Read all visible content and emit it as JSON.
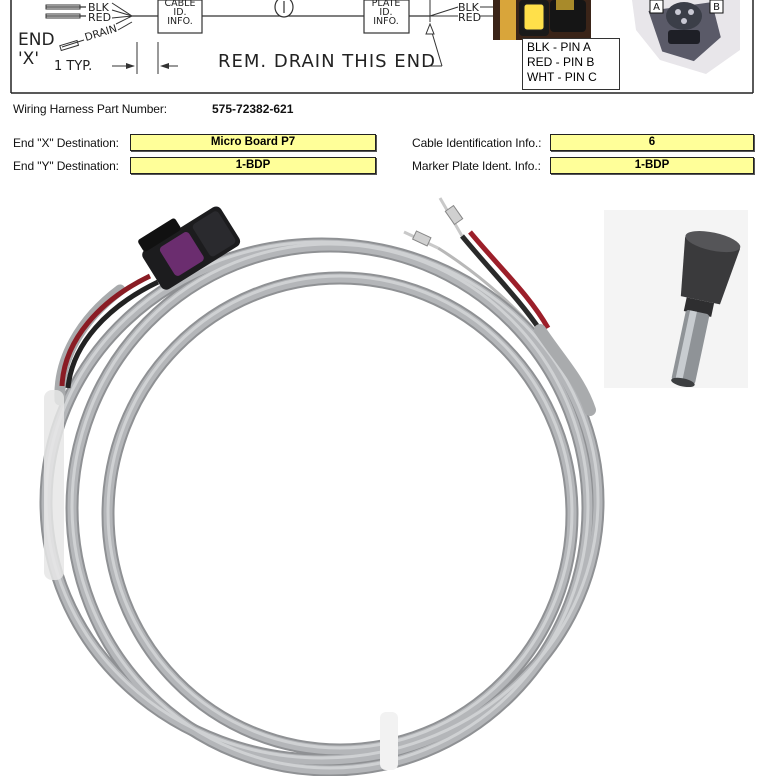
{
  "drawing": {
    "left_wire_labels": [
      "BLK",
      "RED"
    ],
    "drain_label": "DRAIN",
    "end_label_line1": "END",
    "end_label_line2": "'X'",
    "typ_label": "1 TYP.",
    "cable_box_lines": [
      "CABLE",
      "ID.",
      "INFO."
    ],
    "plate_box_lines": [
      "PLATE",
      "ID.",
      "INFO."
    ],
    "right_wire_labels": [
      "BLK",
      "RED"
    ],
    "drain_note": "REM. DRAIN THIS END",
    "pin_legend": [
      "BLK - PIN A",
      "RED - PIN B",
      "WHT - PIN C"
    ],
    "connector_pin_a": "A",
    "connector_pin_b": "B"
  },
  "harness": {
    "part_number_label": "Wiring Harness Part Number:",
    "part_number": "575-72382-621",
    "end_x_label": "End \"X\" Destination:",
    "end_x_value": "Micro Board P7",
    "end_y_label": "End \"Y\" Destination:",
    "end_y_value": "1-BDP",
    "cable_id_label": "Cable Identification Info.:",
    "cable_id_value": "6",
    "marker_plate_label": "Marker Plate Ident. Info.:",
    "marker_plate_value": "1-BDP"
  },
  "colors": {
    "field_fill": "#ffff99",
    "cable_grey": "#a9abad",
    "connector_black": "#1c1c1e",
    "connector_purple": "#6b2d6f",
    "wire_red": "#a0202a"
  }
}
